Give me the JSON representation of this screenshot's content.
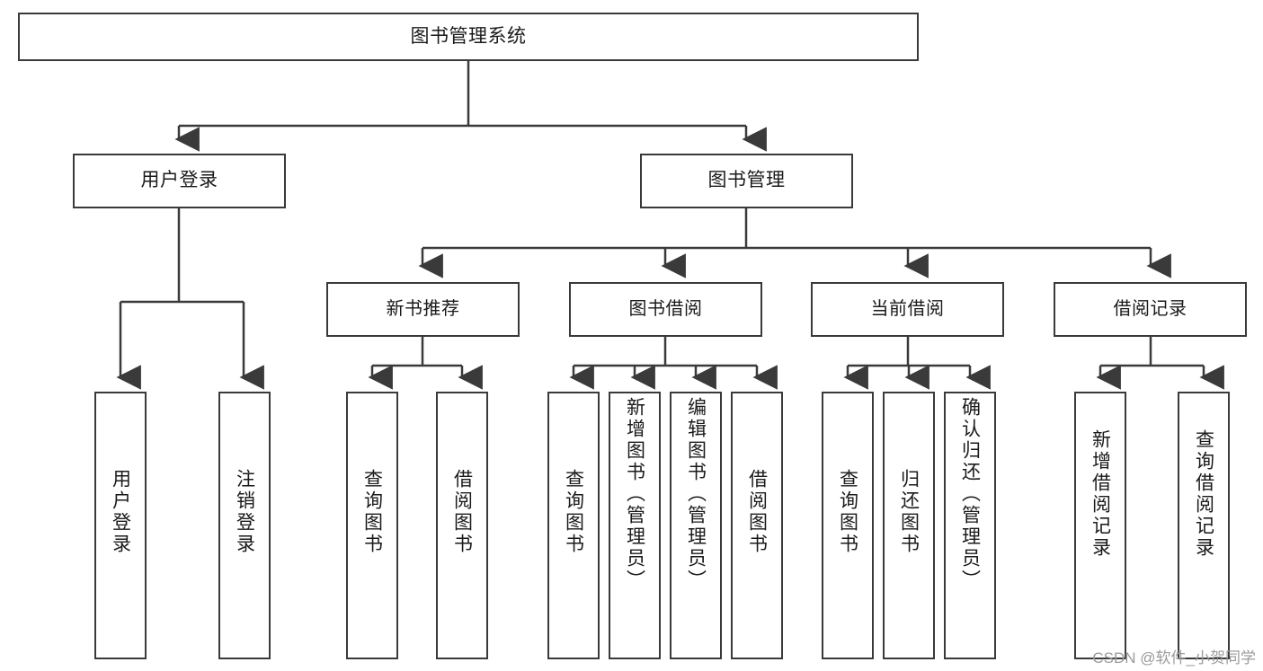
{
  "diagram": {
    "title_node": {
      "label": "图书管理系统"
    },
    "level2": [
      {
        "label": "用户登录"
      },
      {
        "label": "图书管理"
      }
    ],
    "level3": [
      {
        "label": "新书推荐"
      },
      {
        "label": "图书借阅"
      },
      {
        "label": "当前借阅"
      },
      {
        "label": "借阅记录"
      }
    ],
    "leaves": {
      "user_login": [
        {
          "label": "用户登录"
        },
        {
          "label": "注销登录"
        }
      ],
      "new_book_recommend": [
        {
          "label": "查询图书"
        },
        {
          "label": "借阅图书"
        }
      ],
      "book_borrow": [
        {
          "label": "查询图书"
        },
        {
          "label": "新增图书（管理员）"
        },
        {
          "label": "编辑图书（管理员）"
        },
        {
          "label": "借阅图书"
        }
      ],
      "current_borrow": [
        {
          "label": "查询图书"
        },
        {
          "label": "归还图书"
        },
        {
          "label": "确认归还（管理员）"
        }
      ],
      "borrow_record": [
        {
          "label": "新增借阅记录"
        },
        {
          "label": "查询借阅记录"
        }
      ]
    },
    "watermark": "CSDN @软件_小贺同学",
    "colors": {
      "stroke": "#3a3a3a",
      "background": "#ffffff",
      "text": "#1a1a1a",
      "watermark": "#9b9b9b"
    }
  }
}
